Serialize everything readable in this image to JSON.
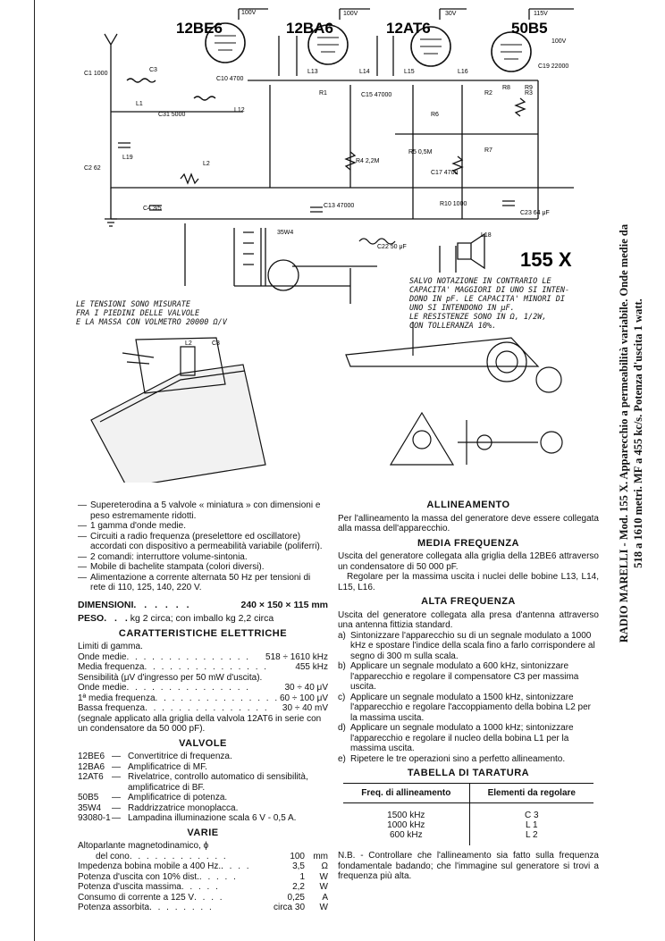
{
  "schematic": {
    "valves": [
      "12BE6",
      "12BA6",
      "12AT6",
      "50B5"
    ],
    "rectifier": "35W4",
    "model_label": "155 X",
    "volt_labels": [
      "100V",
      "100V",
      "30V",
      "115V",
      "100V"
    ],
    "component_labels": [
      "C1 1000",
      "C2 62",
      "C3",
      "C4 3/5",
      "L1",
      "L2",
      "L12",
      "L13",
      "L14",
      "L15",
      "L16",
      "R1",
      "R2",
      "R3",
      "R4 2,2M",
      "R5 0,5M",
      "R6",
      "R7",
      "R8",
      "R9",
      "R10 1000",
      "C10 4700",
      "C13 47000",
      "C15 47000",
      "C17 4700",
      "C19 22000",
      "C22 50 μF",
      "C23 64 μF",
      "C31 5000",
      "L18",
      "L19"
    ],
    "notes_left": [
      "LE TENSIONI SONO MISURATE",
      "FRA I PIEDINI DELLE VALVOLE",
      "E LA MASSA CON VOLMETRO 20000 Ω/V"
    ],
    "notes_right": [
      "SALVO NOTAZIONE IN CONTRARIO LE",
      "CAPACITA' MAGGIORI DI UNO SI INTEN-",
      "DONO IN pF. LE CAPACITA' MINORI DI",
      "UNO SI INTENDONO IN μF.",
      "LE RESISTENZE SONO IN Ω, 1/2W,",
      "CON TOLLERANZA 10%."
    ]
  },
  "side_title": {
    "line1": "RADIO MARELLI - Mod. 155 X. Apparecchio a permeabilità variabile. Onde medie da",
    "line2": "518 a 1610 metri. MF a 455 kc/s. Potenza d'uscita 1 watt."
  },
  "left": {
    "features": [
      "Supereterodina a 5 valvole « miniatura » con dimensioni e peso estremamente ridotti.",
      "1 gamma d'onde medie.",
      "Circuiti a radio frequenza (preselettore ed oscillatore) accordati con dispositivo a permeabilità variabile (poliferri).",
      "2 comandi: interruttore volume-sintonia.",
      "Mobile di bachelite stampata (colori diversi).",
      "Alimentazione a corrente alternata 50 Hz per tensioni di rete di 110, 125, 140, 220 V."
    ],
    "dimensioni_label": "DIMENSIONI",
    "dimensioni_value": "240 × 150 × 115 mm",
    "peso_label": "PESO",
    "peso_value": "kg 2 circa; con imballo kg 2,2 circa",
    "caratteristiche_title": "CARATTERISTICHE ELETTRICHE",
    "limiti_label": "Limiti di gamma.",
    "specs": [
      {
        "label": "Onde medie",
        "value": "518 ÷ 1610 kHz"
      },
      {
        "label": "Media frequenza",
        "value": "455 kHz"
      },
      {
        "label": "Sensibilità (μV d'ingresso per 50 mW d'uscita).",
        "value": ""
      },
      {
        "label": "Onde medie",
        "value": "30 ÷ 40 μV"
      },
      {
        "label": "1ª media frequenza",
        "value": "60 ÷ 100 μV"
      },
      {
        "label": "Bassa frequenza",
        "value": "30 ÷ 40 mV"
      }
    ],
    "specs_note": "(segnale applicato alla griglia della valvola 12AT6 in serie con un condensatore da 50 000 pF).",
    "valvole_title": "VALVOLE",
    "valvole": [
      {
        "code": "12BE6",
        "desc": "Convertitrice di frequenza."
      },
      {
        "code": "12BA6",
        "desc": "Amplificatrice di MF."
      },
      {
        "code": "12AT6",
        "desc": "Rivelatrice, controllo automatico di sensibilità, amplificatrice di BF."
      },
      {
        "code": "50B5",
        "desc": "Amplificatrice di potenza."
      },
      {
        "code": "35W4",
        "desc": "Raddrizzatrice monoplacca."
      },
      {
        "code": "93080-1",
        "desc": "Lampadina illuminazione scala 6 V - 0,5 A."
      }
    ],
    "varie_title": "VARIE",
    "varie_intro": "Altoparlante magnetodinamico, ϕ",
    "varie": [
      {
        "label": "del cono",
        "num": "100",
        "unit": "mm"
      },
      {
        "label": "Impedenza bobina mobile a 400 Hz.",
        "num": "3,5",
        "unit": "Ω"
      },
      {
        "label": "Potenza d'uscita con 10% dist.",
        "num": "1",
        "unit": "W"
      },
      {
        "label": "Potenza d'uscita massima",
        "num": "2,2",
        "unit": "W"
      },
      {
        "label": "Consumo di corrente a 125 V",
        "num": "0,25",
        "unit": "A"
      },
      {
        "label": "Potenza assorbita",
        "num": "circa 30",
        "unit": "W"
      }
    ]
  },
  "right": {
    "allineamento_title": "ALLINEAMENTO",
    "allineamento_text": "Per l'allineamento la massa del generatore deve essere collegata alla massa dell'apparecchio.",
    "mf_title": "MEDIA FREQUENZA",
    "mf_text1": "Uscita del generatore collegata alla griglia della 12BE6 attraverso un condensatore di 50 000 pF.",
    "mf_text2": "Regolare per la massima uscita i nuclei delle bobine L13, L14, L15, L16.",
    "af_title": "ALTA FREQUENZA",
    "af_text": "Uscita del generatore collegata alla presa d'antenna attraverso una antenna fittizia standard.",
    "steps": [
      {
        "k": "a)",
        "t": "Sintonizzare l'apparecchio su di un segnale modulato a 1000 kHz e spostare l'indice della scala fino a farlo corrispondere al segno di 300 m sulla scala."
      },
      {
        "k": "b)",
        "t": "Applicare un segnale modulato a 600 kHz, sintonizzare l'apparecchio e regolare il compensatore C3 per massima uscita."
      },
      {
        "k": "c)",
        "t": "Applicare un segnale modulato a 1500 kHz, sintonizzare l'apparecchio e regolare l'accoppiamento della bobina L2 per la massima uscita."
      },
      {
        "k": "d)",
        "t": "Applicare un segnale modulato a 1000 kHz; sintonizzare l'apparecchio e regolare il nucleo della bobina L1 per la massima uscita."
      },
      {
        "k": "e)",
        "t": "Ripetere le tre operazioni sino a perfetto allineamento."
      }
    ],
    "tabella_title": "TABELLA DI TARATURA",
    "table_headers": [
      "Freq. di allineamento",
      "Elementi da regolare"
    ],
    "table_rows": [
      {
        "f": "1500 kHz",
        "e": "C 3"
      },
      {
        "f": "1000 kHz",
        "e": "L 1"
      },
      {
        "f": "600 kHz",
        "e": "L 2"
      }
    ],
    "nb_text": "N.B. - Controllare che l'allineamento sia fatto sulla frequenza fondamentale badando; che l'immagine sul generatore si trovi a frequenza più alta."
  }
}
